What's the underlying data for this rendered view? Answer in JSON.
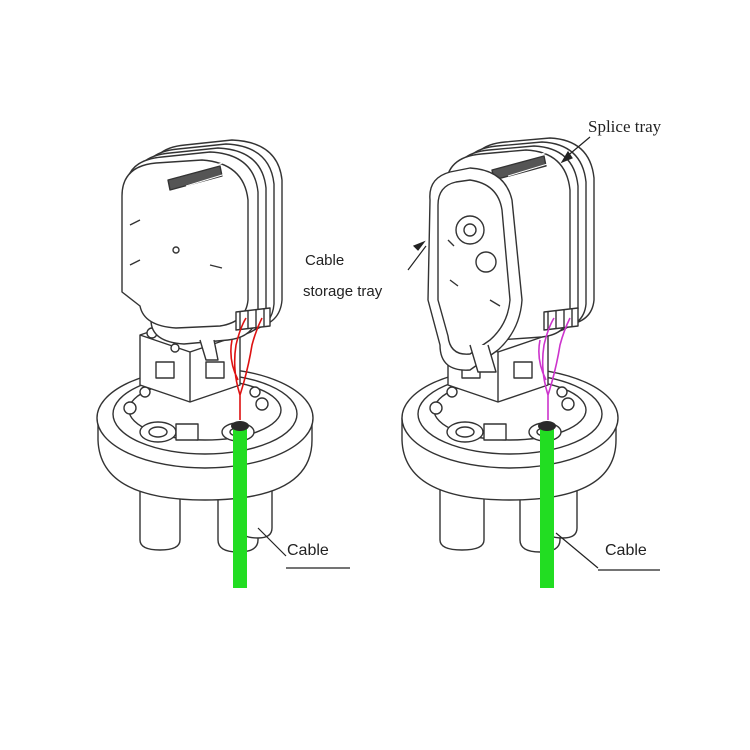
{
  "labels": {
    "splice_tray": "Splice tray",
    "cable_storage_line1": "Cable",
    "cable_storage_line2": "storage tray",
    "cable_left": "Cable",
    "cable_right": "Cable"
  },
  "colors": {
    "cable": "#22dd22",
    "fiber_left": "#dd1111",
    "fiber_right": "#cc33cc",
    "line": "#333333"
  }
}
